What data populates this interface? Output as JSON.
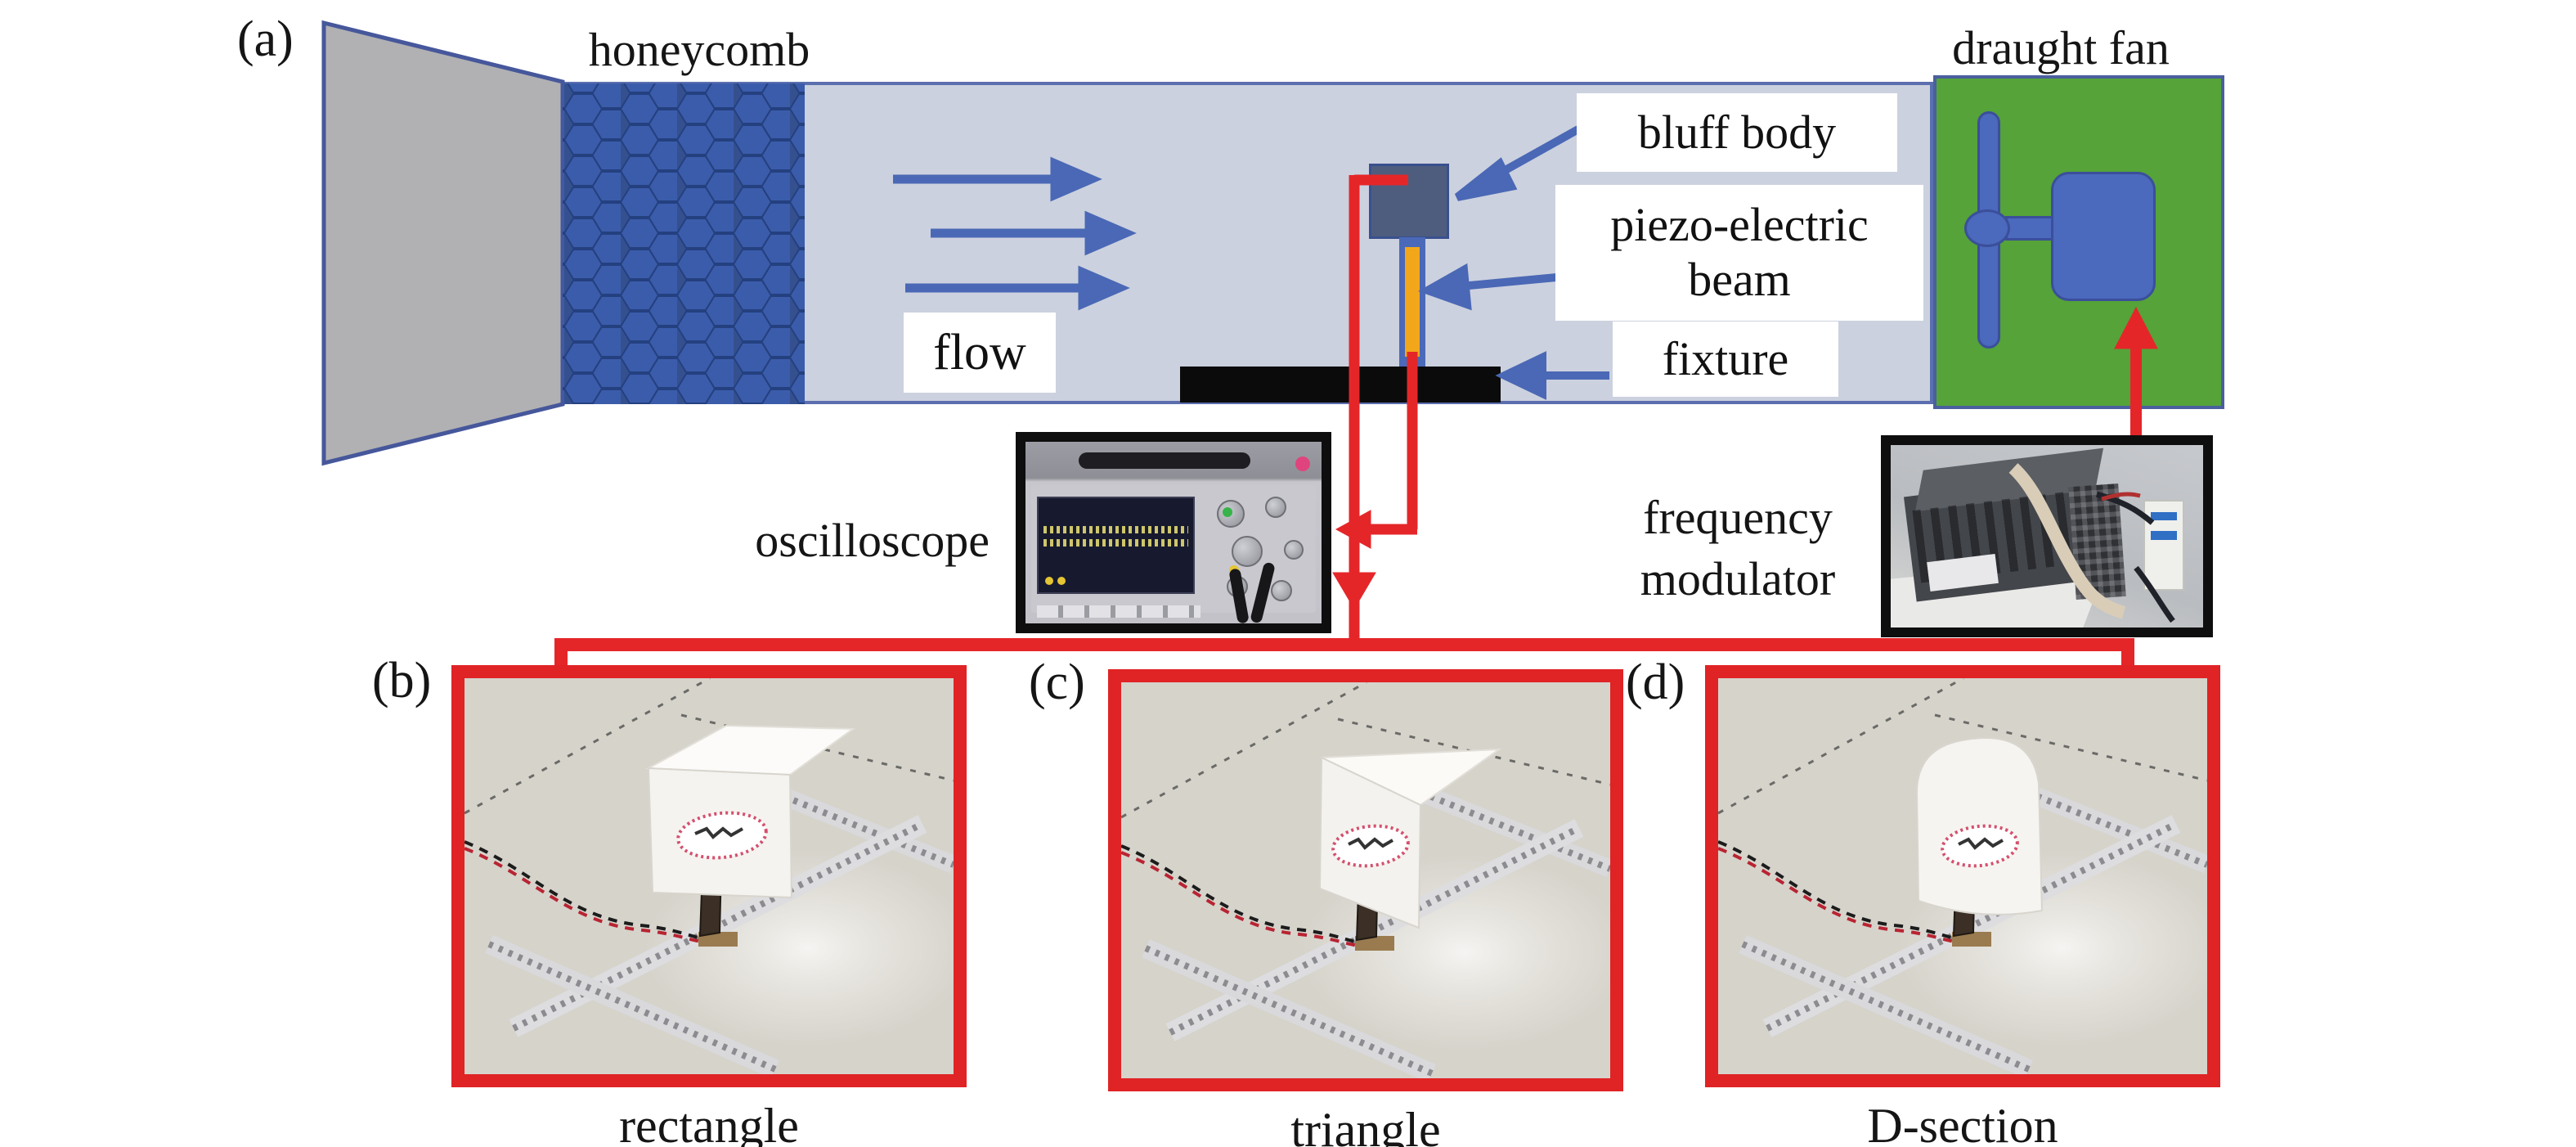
{
  "figure": {
    "panel_a": {
      "label": "(a)",
      "honeycomb_label": "honeycomb",
      "flow_label": "flow",
      "bluff_body_label": "bluff body",
      "piezo_label_line1": "piezo-electric",
      "piezo_label_line2": "beam",
      "fixture_label": "fixture",
      "draught_fan_label": "draught fan",
      "oscilloscope_label": "oscilloscope",
      "frequency_label_line1": "frequency",
      "frequency_label_line2": "modulator"
    },
    "panel_b": {
      "label": "(b)",
      "caption": "rectangle"
    },
    "panel_c": {
      "label": "(c)",
      "caption": "triangle"
    },
    "panel_d": {
      "label": "(d)",
      "caption": "D-section"
    },
    "colors": {
      "tunnel_fill": "#ccd1df",
      "tunnel_border": "#5b6eae",
      "honeycomb_blue": "#3b5cab",
      "arrow_blue": "#4a68b5",
      "wire_red": "#e52629",
      "panel_border_red": "#e02325",
      "fan_green": "#55a339",
      "fan_blue": "#4b69bd",
      "inlet_gray": "#b1b1b3",
      "beam_orange": "#f2a71b",
      "bluff_body_fill": "#4e5d7d"
    }
  }
}
